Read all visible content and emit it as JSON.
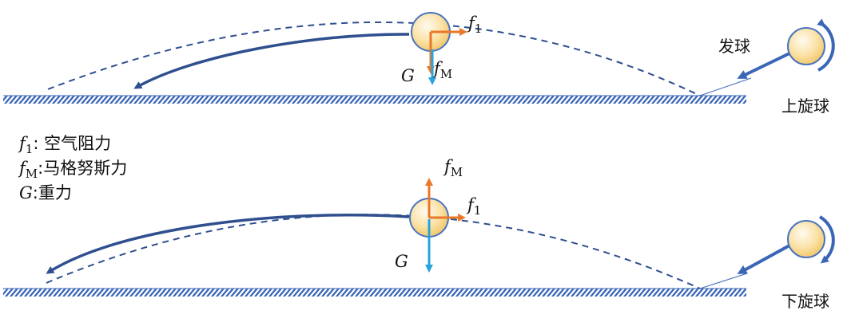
{
  "legend": {
    "f1": {
      "symbol": "f",
      "sub": "1",
      "text": ": 空气阻力"
    },
    "fM": {
      "symbol": "f",
      "sub": "M",
      "text": ":马格努斯力"
    },
    "G": {
      "symbol": "G",
      "text": ":重力"
    }
  },
  "labels": {
    "serve": "发球",
    "topspin": "上旋球",
    "backspin": "下旋球"
  },
  "force_symbols": {
    "f": "f",
    "f1_sub": "1",
    "fM_sub": "M",
    "G": "G"
  },
  "colors": {
    "trajectory": "#2f4f8f",
    "ground": "#3b67b7",
    "ball_edge": "#4a73c2",
    "ball_fill": "#f6d98f",
    "arrow_orange": "#e8782a",
    "arrow_blue": "#29a3dc",
    "spin_arrow": "#3a66b6"
  }
}
